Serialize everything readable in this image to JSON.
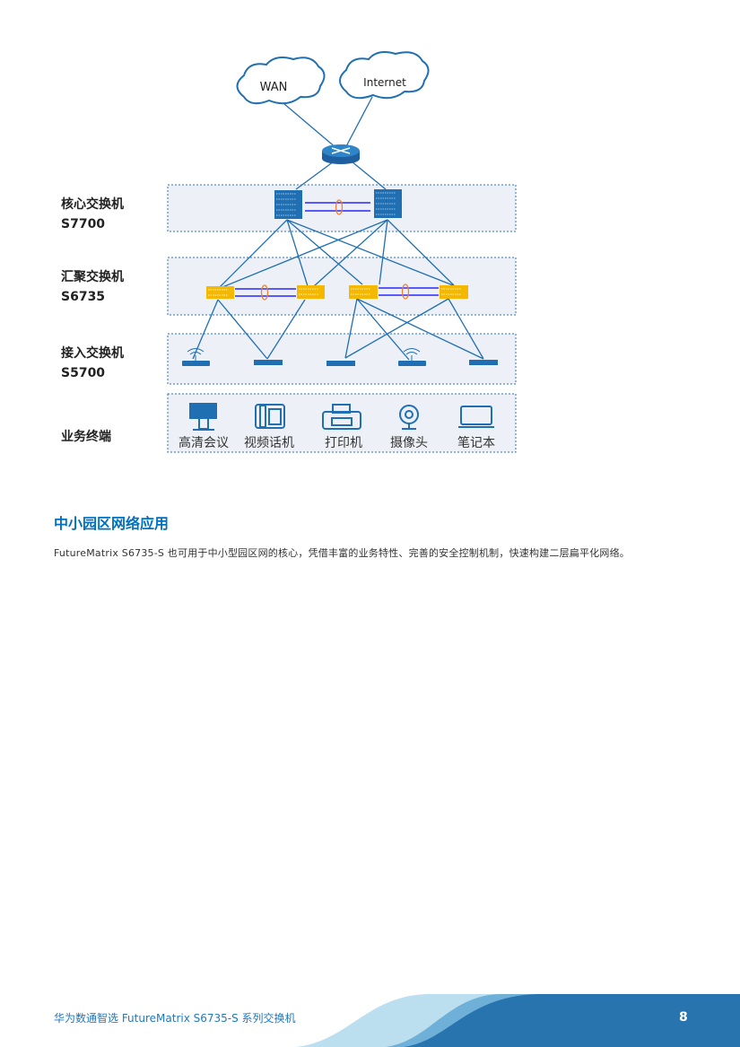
{
  "diagram": {
    "clouds": {
      "wan": "WAN",
      "internet": "Internet"
    },
    "layers": [
      {
        "name": "核心交换机",
        "model": "S7700"
      },
      {
        "name": "汇聚交换机",
        "model": "S6735"
      },
      {
        "name": "接入交换机",
        "model": "S5700"
      },
      {
        "name": "业务终端"
      }
    ],
    "terminals": [
      "高清会议",
      "视频话机",
      "打印机",
      "摄像头",
      "笔记本"
    ],
    "colors": {
      "link": "#1f6fb2",
      "core": "#1f6fb2",
      "aggregation": "#f5b800",
      "stack": "#0000ff",
      "bundle": "#f08030",
      "box": "#edf0f6"
    }
  },
  "section": {
    "heading": "中小园区网络应用",
    "body": "FutureMatrix S6735-S 也可用于中小型园区网的核心，凭借丰富的业务特性、完善的安全控制机制，快速构建二层扁平化网络。"
  },
  "footer": {
    "text": "华为数通智选  FutureMatrix S6735-S 系列交换机",
    "page": "8"
  }
}
